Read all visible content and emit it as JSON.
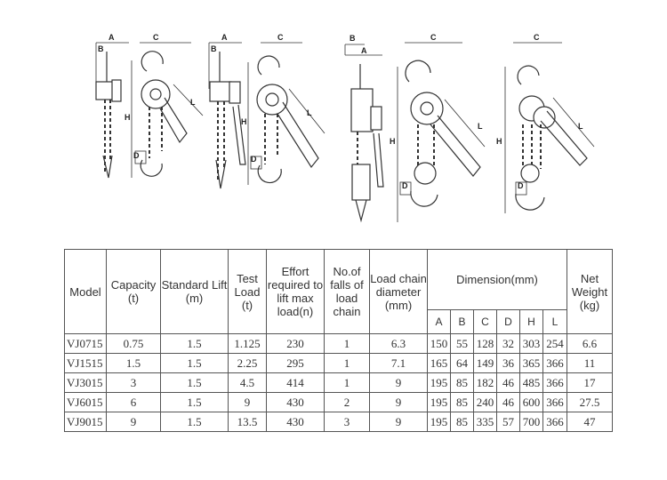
{
  "drawing_labels": {
    "hoist1": [
      "A",
      "B",
      "C",
      "H",
      "L",
      "D"
    ],
    "hoist2": [
      "A",
      "B",
      "C",
      "H",
      "L",
      "D"
    ],
    "hoist3": [
      "B",
      "A",
      "C",
      "H",
      "L",
      "D"
    ],
    "hoist4": [
      "C",
      "H",
      "L",
      "D"
    ]
  },
  "table": {
    "headers": {
      "model": "Model",
      "capacity": "Capacity (t)",
      "standard_lift": "Standard Lift (m)",
      "test_load": "Test Load (t)",
      "effort": "Effort required to lift max load(n)",
      "falls": "No.of falls of load chain",
      "chain_diameter": "Load chain diameter (mm)",
      "dimension": "Dimension(mm)",
      "net_weight": "Net Weight (kg)"
    },
    "dimension_columns": [
      "A",
      "B",
      "C",
      "D",
      "H",
      "L"
    ],
    "rows": [
      [
        "VJ0715",
        "0.75",
        "1.5",
        "1.125",
        "230",
        "1",
        "6.3",
        "150",
        "55",
        "128",
        "32",
        "303",
        "254",
        "6.6"
      ],
      [
        "VJ1515",
        "1.5",
        "1.5",
        "2.25",
        "295",
        "1",
        "7.1",
        "165",
        "64",
        "149",
        "36",
        "365",
        "366",
        "11"
      ],
      [
        "VJ3015",
        "3",
        "1.5",
        "4.5",
        "414",
        "1",
        "9",
        "195",
        "85",
        "182",
        "46",
        "485",
        "366",
        "17"
      ],
      [
        "VJ6015",
        "6",
        "1.5",
        "9",
        "430",
        "2",
        "9",
        "195",
        "85",
        "240",
        "46",
        "600",
        "366",
        "27.5"
      ],
      [
        "VJ9015",
        "9",
        "1.5",
        "13.5",
        "430",
        "3",
        "9",
        "195",
        "85",
        "335",
        "57",
        "700",
        "366",
        "47"
      ]
    ]
  }
}
